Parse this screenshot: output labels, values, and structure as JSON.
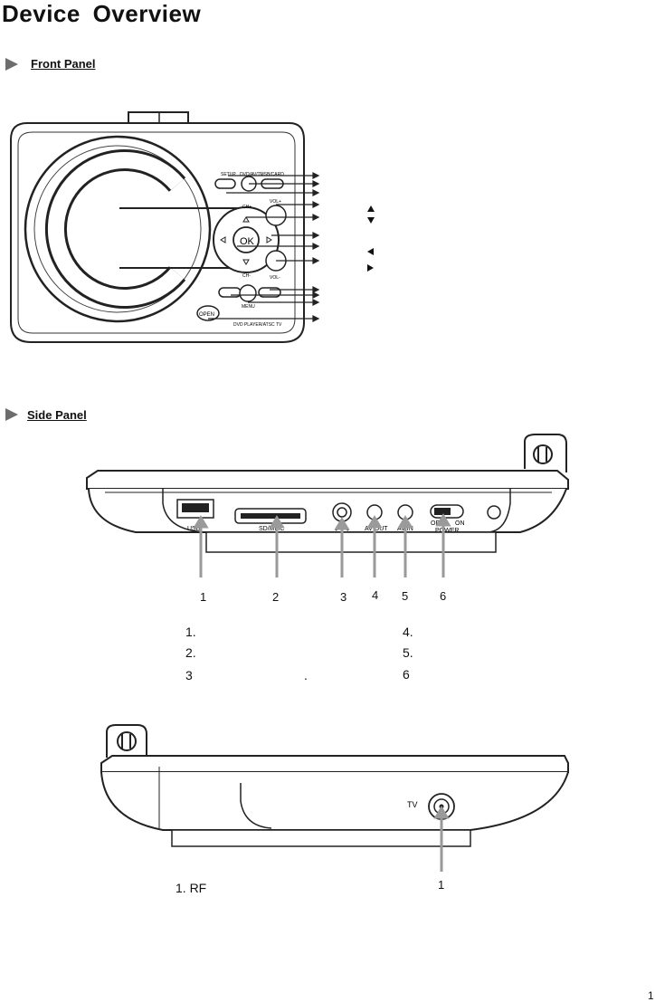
{
  "page_title": "Device  Overview",
  "front_panel": {
    "heading": "Front Panel",
    "buttons": {
      "setup": "SETUP",
      "mode": "DVD/AV/TV",
      "usbcard": "USB/CARD",
      "ch_plus": "CH+",
      "vol_plus": "VOL+",
      "ok": "OK",
      "ch_minus": "CH-",
      "vol_minus": "VOL-",
      "menu": "MENU",
      "open": "OPEN",
      "model": "DVD PLAYER/ATSC TV"
    }
  },
  "side_panel": {
    "heading": "Side Panel",
    "ports": {
      "usb": "USB",
      "sdmmc": "SD/MMC",
      "avout": "AV OUT",
      "avin": "AV IN",
      "off": "OFF",
      "on": "ON",
      "power": "POWER"
    },
    "callouts": [
      "1",
      "2",
      "3",
      "4",
      "5",
      "6"
    ],
    "legend": [
      "1.",
      "2.",
      "3",
      "4.",
      "5.",
      "6"
    ],
    "legend_dot": "."
  },
  "bottom_panel": {
    "tv_label": "TV",
    "callout": "1",
    "legend": "1. RF"
  },
  "page_number": "1"
}
